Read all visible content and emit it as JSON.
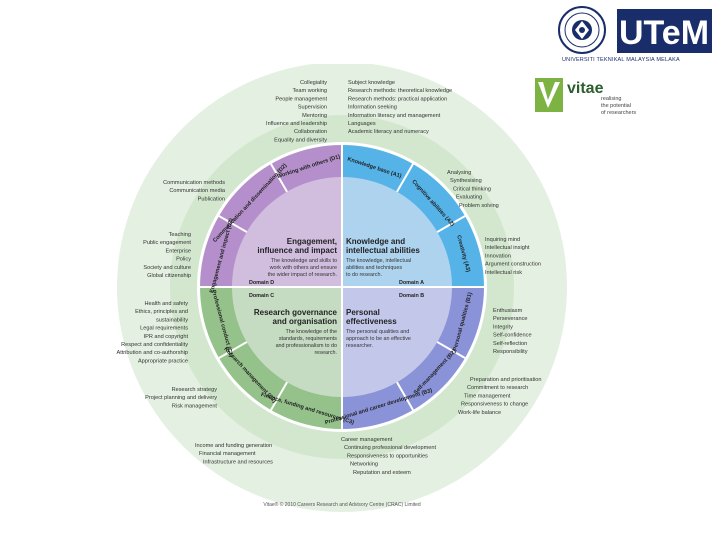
{
  "logos": {
    "utem": "UTeM",
    "utem_university": "UNIVERSITI TEKNIKAL MALAYSIA MELAKA",
    "vitae_brand": "vitae",
    "vitae_tagline": [
      "realising",
      "the potential",
      "of researchers"
    ]
  },
  "colors": {
    "domain_a": "#aed3ee",
    "domain_b": "#c3c8ea",
    "domain_c": "#c5dcc2",
    "domain_d": "#d1bedf",
    "ring_a": "#55b3e8",
    "ring_b": "#8a92d8",
    "ring_c": "#94c28a",
    "ring_d": "#b58fcb",
    "outer_band": "#cfe4cc",
    "background_green": "#e4f0e1",
    "vitae_green": "#7cb342"
  },
  "domains": {
    "A": {
      "title": [
        "Knowledge and",
        "intellectual abilities"
      ],
      "desc": [
        "The knowledge, intellectual",
        "abilities and techniques",
        "to do research."
      ],
      "tag": "Domain A"
    },
    "B": {
      "tag": "Domain B",
      "title": [
        "Personal",
        "effectiveness"
      ],
      "desc": [
        "The personal qualities and",
        "approach to be an effective",
        "researcher."
      ]
    },
    "C": {
      "tag": "Domain C",
      "title": [
        "Research governance",
        "and organisation"
      ],
      "desc": [
        "The knowledge of the",
        "standards, requirements",
        "and professionalism to do",
        "research."
      ]
    },
    "D": {
      "title": [
        "Engagement,",
        "influence and impact"
      ],
      "desc": [
        "The knowledge and skills to",
        "work with others and ensure",
        "the wider impact of research."
      ],
      "tag": "Domain D"
    }
  },
  "subdomains": {
    "A1": "Knowledge base (A1)",
    "A2": "Cognitive abilities (A2)",
    "A3": "Creativity (A3)",
    "B1": "Personal qualities (B1)",
    "B2": "Self-management (B2)",
    "B3": "Professional and career development (B3)",
    "C1": "Professional conduct (C1)",
    "C2": "Research management (C2)",
    "C3": "Finance, funding and resources (C3)",
    "D1": "Working with others (D1)",
    "D2": "Communication and dissemination (D2)",
    "D3": "Engagement and impact (D3)"
  },
  "descriptors": {
    "A1": [
      "Subject knowledge",
      "Research methods: theoretical knowledge",
      "Research methods: practical application",
      "Information seeking",
      "Information literacy and management",
      "Languages",
      "Academic literacy and numeracy"
    ],
    "A2": [
      "Analysing",
      "Synthesising",
      "Critical thinking",
      "Evaluating",
      "Problem solving"
    ],
    "A3": [
      "Inquiring mind",
      "Intellectual insight",
      "Innovation",
      "Argument construction",
      "Intellectual risk"
    ],
    "B1": [
      "Enthusiasm",
      "Perseverance",
      "Integrity",
      "Self-confidence",
      "Self-reflection",
      "Responsibility"
    ],
    "B2": [
      "Preparation and prioritisation",
      "Commitment to research",
      "Time management",
      "Responsiveness to change",
      "Work-life balance"
    ],
    "B3": [
      "Career management",
      "Continuing professional development",
      "Responsiveness to opportunities",
      "Networking",
      "Reputation and esteem"
    ],
    "C1": [
      "Health and safety",
      "Ethics, principles and",
      "sustainability",
      "Legal requirements",
      "IPR and copyright",
      "Respect and confidentiality",
      "Attribution and co-authorship",
      "Appropriate practice"
    ],
    "C2": [
      "Research strategy",
      "Project planning and delivery",
      "Risk management"
    ],
    "C3": [
      "Income and funding generation",
      "Financial management",
      "Infrastructure and resources"
    ],
    "D1": [
      "Collegiality",
      "Team working",
      "People management",
      "Supervision",
      "Mentoring",
      "Influence and leadership",
      "Collaboration",
      "Equality and diversity"
    ],
    "D2": [
      "Communication methods",
      "Communication media",
      "Publication"
    ],
    "D3": [
      "Teaching",
      "Public engagement",
      "Enterprise",
      "Policy",
      "Society and culture",
      "Global citizenship"
    ]
  },
  "copyright": "Vitae® © 2010 Careers Research and Advisory Centre (CRAC) Limited"
}
